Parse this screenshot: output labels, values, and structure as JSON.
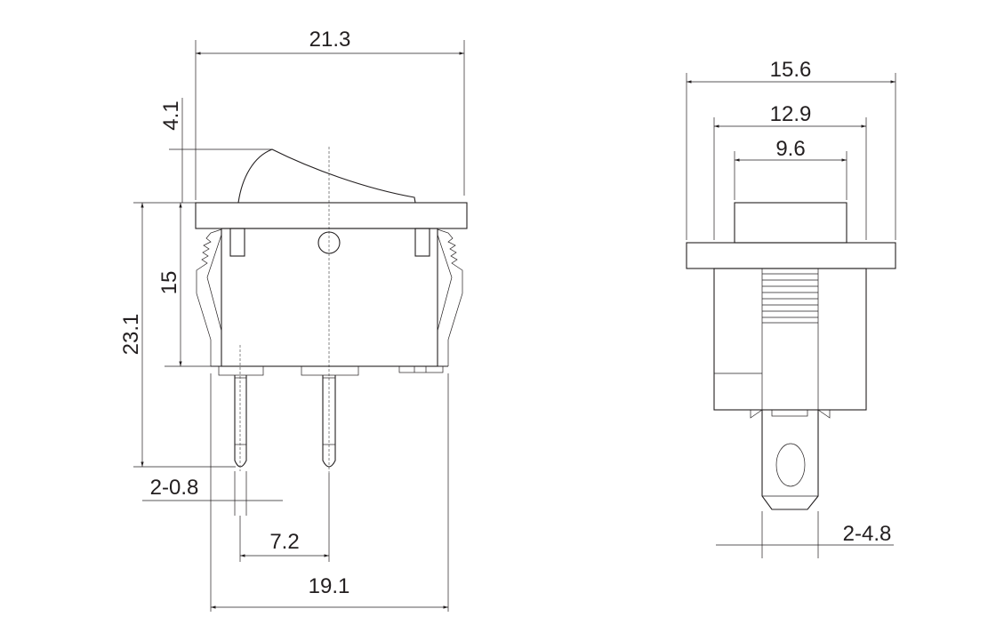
{
  "drawing": {
    "side_view": {
      "dimensions": {
        "overall_width": "21.3",
        "rocker_height": "4.1",
        "body_height": "15",
        "total_height": "23.1",
        "pin_width": "2-0.8",
        "pin_spacing": "7.2",
        "body_width": "19.1"
      }
    },
    "end_view": {
      "dimensions": {
        "flange_width": "15.6",
        "body_width": "12.9",
        "rocker_width": "9.6",
        "terminal_width": "2-4.8"
      }
    },
    "colors": {
      "line": "#231f20"
    }
  }
}
